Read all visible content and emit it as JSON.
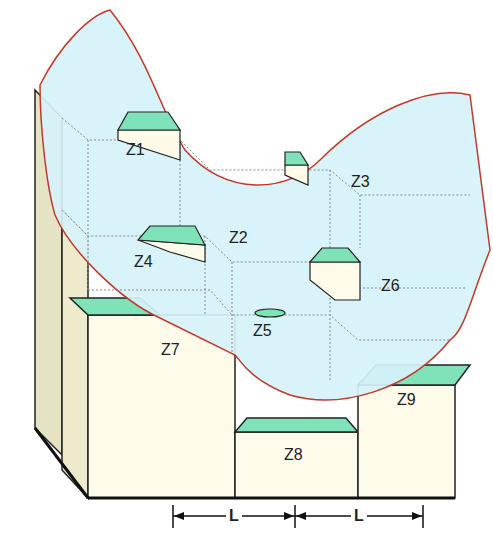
{
  "diagram": {
    "labels": [
      "Z1",
      "Z2",
      "Z3",
      "Z4",
      "Z5",
      "Z6",
      "Z7",
      "Z8",
      "Z9",
      "L",
      "L"
    ]
  }
}
